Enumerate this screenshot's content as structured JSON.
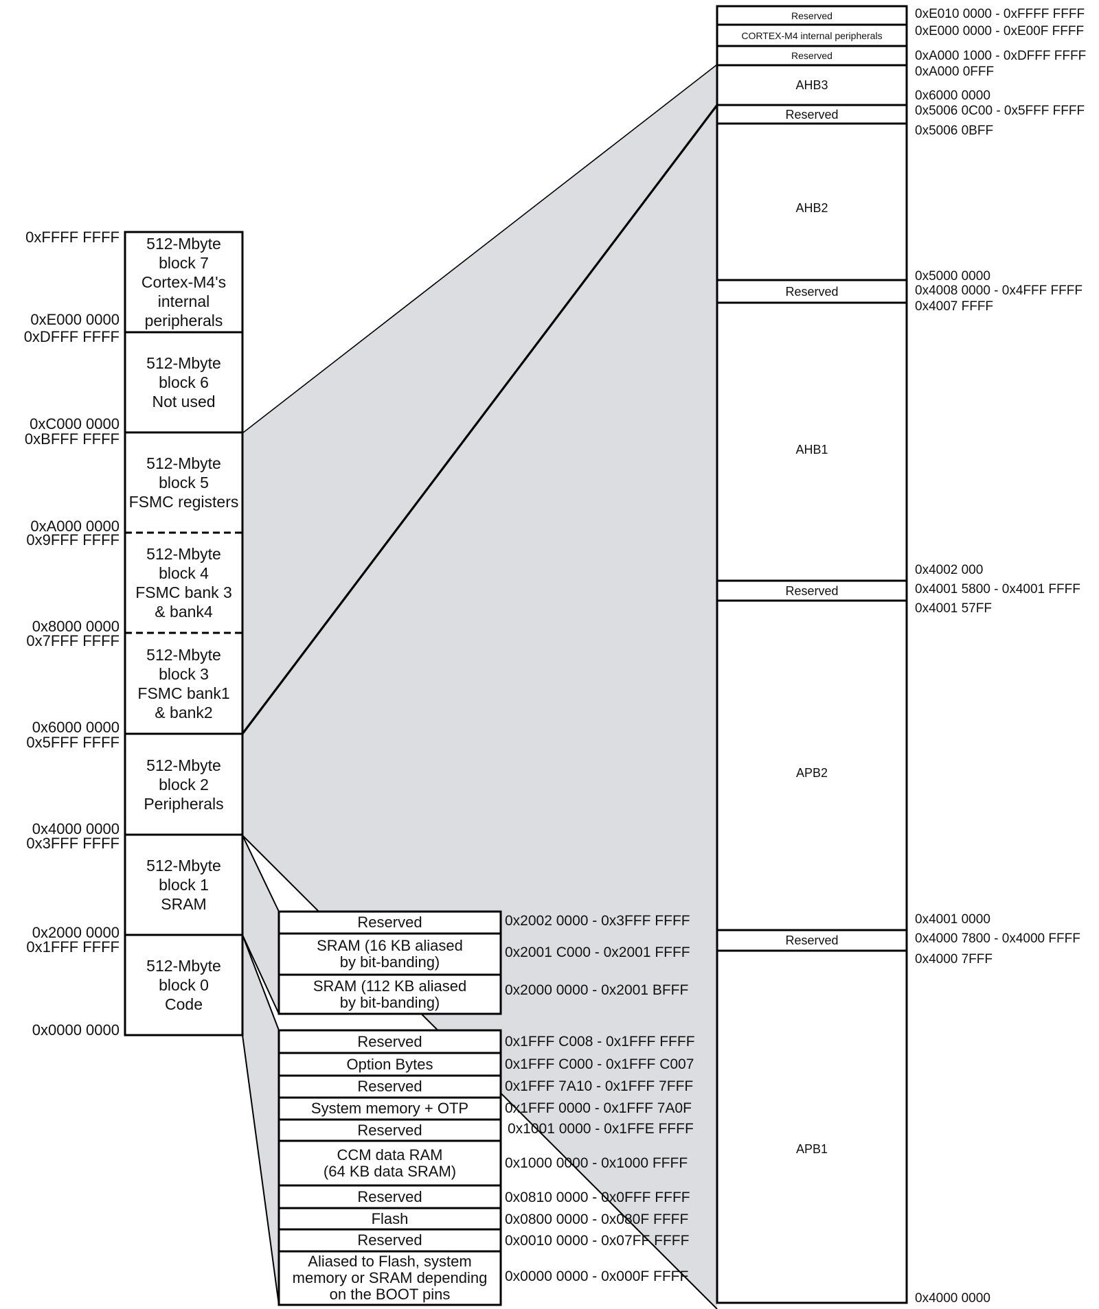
{
  "colors": {
    "shade": "#dcdde0",
    "line": "#000000",
    "box_fill": "#ffffff",
    "text": "#111111"
  },
  "system_map": {
    "addresses": [
      "0xFFFF FFFF",
      "0xE000 0000",
      "0xDFFF FFFF",
      "0xC000 0000",
      "0xBFFF FFFF",
      "0xA000 0000",
      "0x9FFF FFFF",
      "0x8000 0000",
      "0x7FFF FFFF",
      "0x6000 0000",
      "0x5FFF FFFF",
      "0x4000 0000",
      "0x3FFF FFFF",
      "0x2000 0000",
      "0x1FFF FFFF",
      "0x0000 0000"
    ],
    "blocks": [
      {
        "lines": [
          "512-Mbyte",
          "block 7",
          "Cortex-M4's",
          "internal",
          "peripherals"
        ]
      },
      {
        "lines": [
          "512-Mbyte",
          "block 6",
          "Not used"
        ]
      },
      {
        "lines": [
          "512-Mbyte",
          "block 5",
          "FSMC registers"
        ]
      },
      {
        "lines": [
          "512-Mbyte",
          "block 4",
          "FSMC bank 3",
          "& bank4"
        ]
      },
      {
        "lines": [
          "512-Mbyte",
          "block 3",
          "FSMC bank1",
          "& bank2"
        ]
      },
      {
        "lines": [
          "512-Mbyte",
          "block 2",
          "Peripherals"
        ]
      },
      {
        "lines": [
          "512-Mbyte",
          "block 1",
          "SRAM"
        ]
      },
      {
        "lines": [
          "512-Mbyte",
          "block 0",
          "Code"
        ]
      }
    ]
  },
  "peripheral_map": {
    "regions": [
      {
        "label": "Reserved"
      },
      {
        "label": "CORTEX-M4 internal peripherals"
      },
      {
        "label": "Reserved"
      },
      {
        "label": "AHB3"
      },
      {
        "label": "Reserved"
      },
      {
        "label": "AHB2"
      },
      {
        "label": "Reserved"
      },
      {
        "label": "AHB1"
      },
      {
        "label": "Reserved"
      },
      {
        "label": "APB2"
      },
      {
        "label": "Reserved"
      },
      {
        "label": "APB1"
      }
    ],
    "addresses": [
      "0xE010 0000 - 0xFFFF FFFF",
      "0xE000 0000 - 0xE00F FFFF",
      "0xA000 1000 - 0xDFFF FFFF",
      "0xA000 0FFF",
      "0x6000 0000",
      "0x5006 0C00 - 0x5FFF FFFF",
      "0x5006 0BFF",
      "0x5000 0000",
      "0x4008 0000 - 0x4FFF FFFF",
      "0x4007 FFFF",
      "0x4002 000",
      "0x4001 5800 - 0x4001 FFFF",
      "0x4001 57FF",
      "0x4001 0000",
      "0x4000 7800 - 0x4000 FFFF",
      "0x4000 7FFF",
      "0x4000 0000"
    ]
  },
  "sram_map": {
    "regions": [
      {
        "lines": [
          "Reserved"
        ],
        "range": "0x2002 0000 - 0x3FFF FFFF"
      },
      {
        "lines": [
          "SRAM (16 KB aliased",
          "by bit-banding)"
        ],
        "range": "0x2001 C000 - 0x2001 FFFF"
      },
      {
        "lines": [
          "SRAM (112 KB aliased",
          "by bit-banding)"
        ],
        "range": "0x2000 0000 - 0x2001 BFFF"
      }
    ]
  },
  "code_map": {
    "regions": [
      {
        "lines": [
          "Reserved"
        ],
        "range": "0x1FFF C008 - 0x1FFF FFFF"
      },
      {
        "lines": [
          "Option Bytes"
        ],
        "range": "0x1FFF C000 - 0x1FFF C007"
      },
      {
        "lines": [
          "Reserved"
        ],
        "range": "0x1FFF 7A10 - 0x1FFF 7FFF"
      },
      {
        "lines": [
          "System memory + OTP"
        ],
        "range": "0x1FFF 0000 - 0x1FFF 7A0F"
      },
      {
        "lines": [
          "Reserved"
        ],
        "range": "0x1001 0000 - 0x1FFE FFFF"
      },
      {
        "lines": [
          "CCM data RAM",
          "(64 KB data SRAM)"
        ],
        "range": "0x1000 0000 - 0x1000 FFFF"
      },
      {
        "lines": [
          "Reserved"
        ],
        "range": "0x0810 0000 - 0x0FFF FFFF"
      },
      {
        "lines": [
          "Flash"
        ],
        "range": "0x0800 0000 - 0x080F FFFF"
      },
      {
        "lines": [
          "Reserved"
        ],
        "range": "0x0010 0000 - 0x07FF FFFF"
      },
      {
        "lines": [
          "Aliased to Flash, system",
          "memory or SRAM depending",
          "on the BOOT pins"
        ],
        "range": "0x0000 0000 - 0x000F FFFF"
      }
    ]
  }
}
